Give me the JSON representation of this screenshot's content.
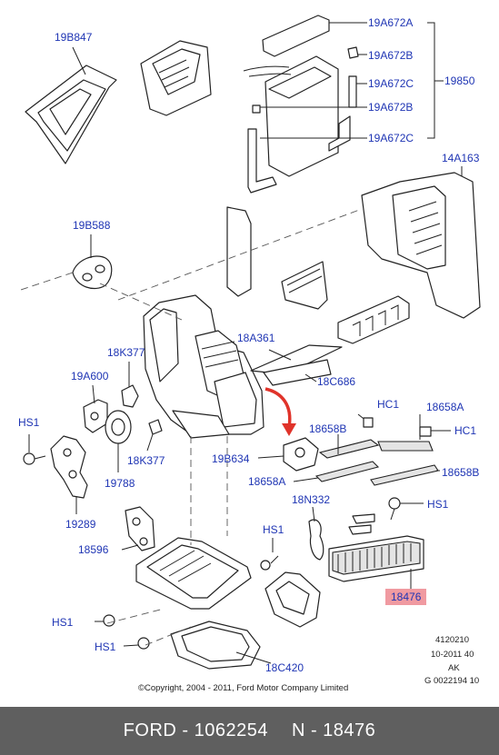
{
  "callouts": {
    "c19B847": "19B847",
    "c19A672A": "19A672A",
    "c19A672B_top": "19A672B",
    "c19A672C_top": "19A672C",
    "c19850": "19850",
    "c19A672B_bot": "19A672B",
    "c19A672C_bot": "19A672C",
    "c14A163": "14A163",
    "c19B588": "19B588",
    "c18A361": "18A361",
    "c18C686": "18C686",
    "c18K377_a": "18K377",
    "c19A600": "19A600",
    "cHS1_left": "HS1",
    "c18K377_b": "18K377",
    "c19788": "19788",
    "c19289": "19289",
    "cHC1_a": "HC1",
    "c18658A_a": "18658A",
    "cHC1_b": "HC1",
    "c18658B_a": "18658B",
    "c19B634": "19B634",
    "c18658B_b": "18658B",
    "c18658A_b": "18658A",
    "c18N332": "18N332",
    "cHS1_right": "HS1",
    "c18596": "18596",
    "cHS1_mid": "HS1",
    "c18476": "18476",
    "cHS1_low1": "HS1",
    "cHS1_low2": "HS1",
    "c18C420": "18C420"
  },
  "meta": {
    "line1": "4120210",
    "line2": "10-2011 40",
    "line3": "AK",
    "line4": "G 0022194 10"
  },
  "copyright": "©Copyright, 2004 - 2011, Ford Motor Company Limited",
  "footer": {
    "left": "FORD - 1062254",
    "right": "N - 18476"
  },
  "colors": {
    "callout_text": "#1f35b4",
    "highlight": "#f09aa1",
    "footer_bg": "#5f5f5f",
    "arrow": "#e0332a"
  }
}
